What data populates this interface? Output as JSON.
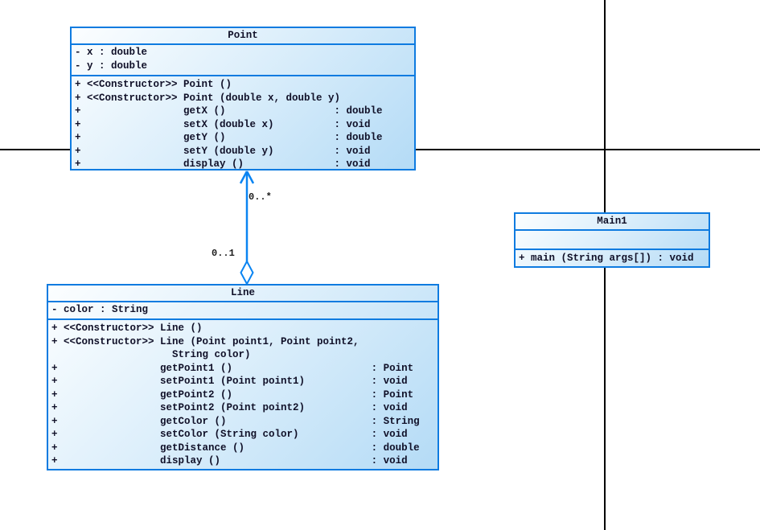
{
  "diagram": {
    "classes": {
      "point": {
        "title": "Point",
        "attributes": [
          "- x : double",
          "- y : double"
        ],
        "methods": [
          "+ <<Constructor>> Point ()",
          "+ <<Constructor>> Point (double x, double y)",
          "+                 getX ()                  : double",
          "+                 setX (double x)          : void",
          "+                 getY ()                  : double",
          "+                 setY (double y)          : void",
          "+                 display ()               : void"
        ]
      },
      "line": {
        "title": "Line",
        "attributes": [
          "- color : String"
        ],
        "methods": [
          "+ <<Constructor>> Line ()",
          "+ <<Constructor>> Line (Point point1, Point point2,",
          "                    String color)",
          "+                 getPoint1 ()                       : Point",
          "+                 setPoint1 (Point point1)           : void",
          "+                 getPoint2 ()                       : Point",
          "+                 setPoint2 (Point point2)           : void",
          "+                 getColor ()                        : String",
          "+                 setColor (String color)            : void",
          "+                 getDistance ()                     : double",
          "+                 display ()                         : void"
        ]
      },
      "main1": {
        "title": "Main1",
        "attributes": [],
        "methods": [
          "+ main (String args[]) : void"
        ]
      }
    },
    "association": {
      "type": "aggregation",
      "target_end": "Point",
      "source_end": "Line",
      "target_multiplicity": "0..*",
      "source_multiplicity": "0..1"
    },
    "colors": {
      "box_border": "#0e7be0",
      "box_fill_top": "#fcfeff",
      "box_fill_bottom": "#b4dbf6",
      "connector": "#0a84f2",
      "text": "#101028",
      "multiplicity_label": "#1b1b1b",
      "guide_line": "#000000"
    }
  }
}
